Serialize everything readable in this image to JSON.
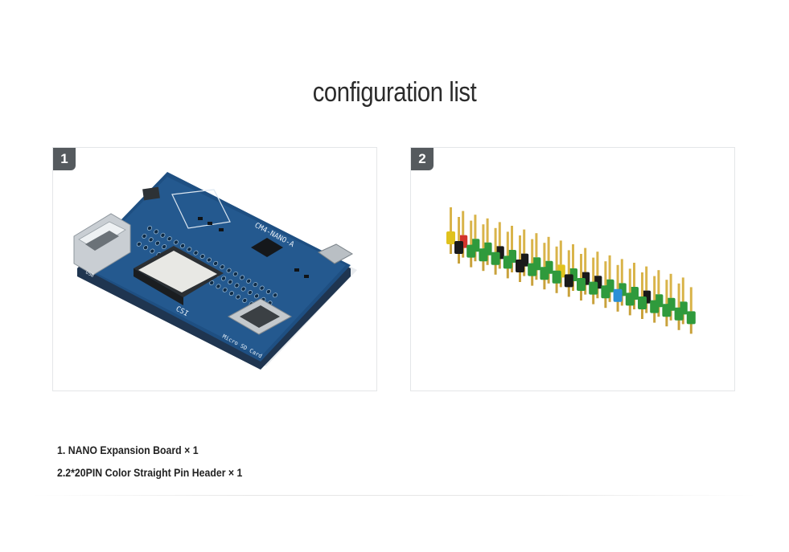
{
  "page": {
    "title": "configuration list"
  },
  "cards": [
    {
      "number": "1",
      "image_label": "nano-expansion-board-photo",
      "board_labels": {
        "model": "CM4-NANO-A",
        "camera": "CSI",
        "card_slot": "Micro SD Card",
        "usb": "USB"
      }
    },
    {
      "number": "2",
      "image_label": "pin-header-photo"
    }
  ],
  "items": [
    "1. NANO Expansion Board × 1",
    "2.2*20PIN Color Straight Pin Header × 1"
  ]
}
